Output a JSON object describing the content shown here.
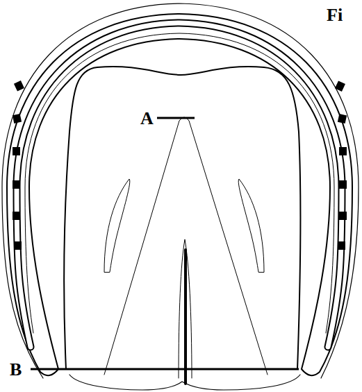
{
  "diagram": {
    "labels": [
      "Fi",
      "A",
      "B"
    ]
  }
}
